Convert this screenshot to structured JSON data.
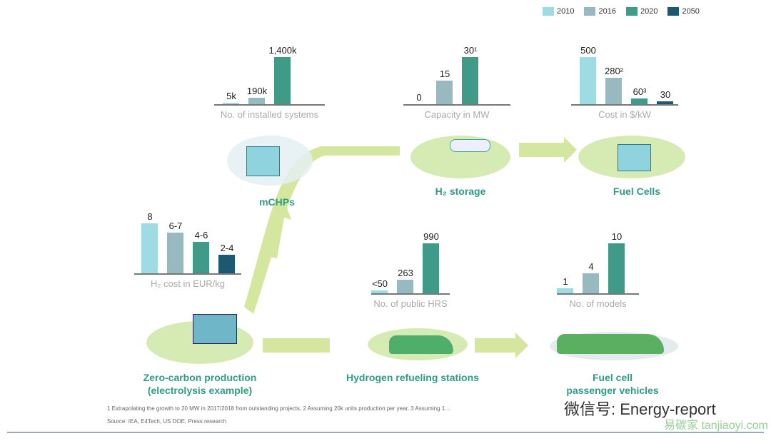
{
  "legend": [
    {
      "label": "2010",
      "color": "#9fdbe2"
    },
    {
      "label": "2016",
      "color": "#98b9c0"
    },
    {
      "label": "2020",
      "color": "#3f9a88"
    },
    {
      "label": "2050",
      "color": "#1d5873"
    }
  ],
  "chart_data": [
    {
      "type": "bar",
      "title": "No. of installed systems",
      "categories": [
        "2010",
        "2016",
        "2020"
      ],
      "values": [
        5000,
        190000,
        1400000
      ],
      "labels": [
        "5k",
        "190k",
        "1,400k"
      ]
    },
    {
      "type": "bar",
      "title": "Capacity in MW",
      "categories": [
        "2010",
        "2016",
        "2020"
      ],
      "values": [
        0,
        15,
        30
      ],
      "labels": [
        "0",
        "15",
        "30¹"
      ]
    },
    {
      "type": "bar",
      "title": "Cost in $/kW",
      "categories": [
        "2010",
        "2016",
        "2020",
        "2050"
      ],
      "values": [
        500,
        280,
        60,
        30
      ],
      "labels": [
        "500",
        "280²",
        "60³",
        "30"
      ]
    },
    {
      "type": "bar",
      "title": "H₂ cost in EUR/kg",
      "categories": [
        "2010",
        "2016",
        "2020",
        "2050"
      ],
      "values": [
        8,
        6.5,
        5,
        3
      ],
      "labels": [
        "8",
        "6-7",
        "4-6",
        "2-4"
      ]
    },
    {
      "type": "bar",
      "title": "No. of public HRS",
      "categories": [
        "2010",
        "2016",
        "2020"
      ],
      "values": [
        50,
        263,
        990
      ],
      "labels": [
        "<50",
        "263",
        "990"
      ]
    },
    {
      "type": "bar",
      "title": "No. of models",
      "categories": [
        "2010",
        "2016",
        "2020"
      ],
      "values": [
        1,
        4,
        10
      ],
      "labels": [
        "1",
        "4",
        "10"
      ]
    }
  ],
  "nodes": {
    "mchps": "mCHPs",
    "storage": "H₂ storage",
    "fuel_cells": "Fuel Cells",
    "production_1": "Zero-carbon production",
    "production_2": "(electrolysis example)",
    "hrs": "Hydrogen refueling stations",
    "vehicles_1": "Fuel cell",
    "vehicles_2": "passenger vehicles"
  },
  "footnote": "1 Extrapolating the growth to 20 MW in 2017/2018 from outstanding projects, 2 Assuming 20k units production per year, 3 Assuming 1…",
  "source": "Source: IEA, E4Tech, US DOE, Press research",
  "watermark": "微信号: Energy-report",
  "watermark2": "易碳家 tanjiaoyi.com"
}
